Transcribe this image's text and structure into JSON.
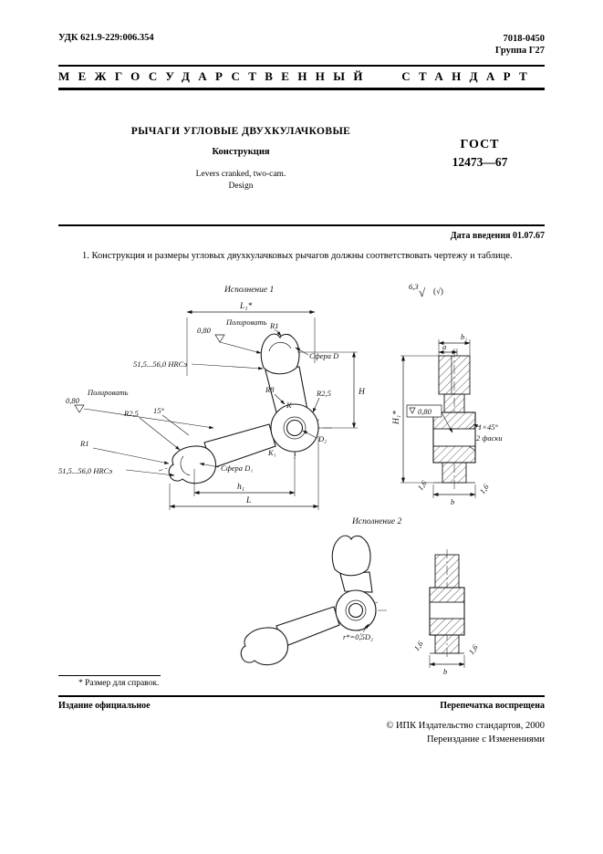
{
  "header": {
    "udk": "УДК 621.9-229:006.354",
    "code": "7018-0450",
    "group": "Группа Г27",
    "band": "МЕЖГОСУДАРСТВЕННЫЙ СТАНДАРТ"
  },
  "title_block": {
    "title": "РЫЧАГИ УГЛОВЫЕ ДВУХКУЛАЧКОВЫЕ",
    "subtitle": "Конструкция",
    "title_en": "Levers cranked, two-cam.",
    "subtitle_en": "Design",
    "gost": "ГОСТ",
    "number": "12473—67"
  },
  "intro": {
    "effective_date": "Дата введения 01.07.67",
    "paragraph": "1. Конструкция и размеры угловых двухкулачковых рычагов должны соответствовать чертежу и таблице."
  },
  "drawing1": {
    "variant": "Исполнение 1",
    "rough_general": "6,3",
    "rough_general_mark": "√",
    "rough_general_suffix": "(√)",
    "dim_l1": "L₁*",
    "polish_top": "Полировать",
    "rough_top": "0,80",
    "hrc_top": "51,5...56,0 HRCэ",
    "r1_top": "R1",
    "sphere_d": "Сфера D",
    "r8": "R8",
    "k": "К",
    "r25_right": "R2,5",
    "dim_h": "Н",
    "polish_left": "Полировать",
    "rough_left": "0,80",
    "r25_left": "R2,5",
    "angle": "15°",
    "r1_left": "R1",
    "k1": "К₁",
    "sphere_d1": "Сфера D₁",
    "hrc_left": "51,5...56,0 HRCэ",
    "d2": "D₂",
    "dim_h1_small": "h₁",
    "dim_l": "L"
  },
  "section1": {
    "dim_a": "a",
    "dim_b1": "b₁",
    "dim_h1": "Н₁*",
    "rough_hole": "0,80",
    "chamfer_line1": "1×45°",
    "chamfer_line2": "2 фаски",
    "rough_bottom_left": "1,6",
    "rough_bottom_right": "1,6",
    "dim_b": "b"
  },
  "drawing2": {
    "variant": "Исполнение 2",
    "radius_note": "r*=0,5D₂"
  },
  "section2": {
    "dim_b": "b",
    "rough_left": "1,6",
    "rough_right": "1,6"
  },
  "footnote": "* Размер для справок.",
  "footer": {
    "official": "Издание официальное",
    "reprint": "Перепечатка воспрещена",
    "copyright": "© ИПК Издательство стандартов, 2000",
    "reissue": "Переиздание с Изменениями"
  }
}
